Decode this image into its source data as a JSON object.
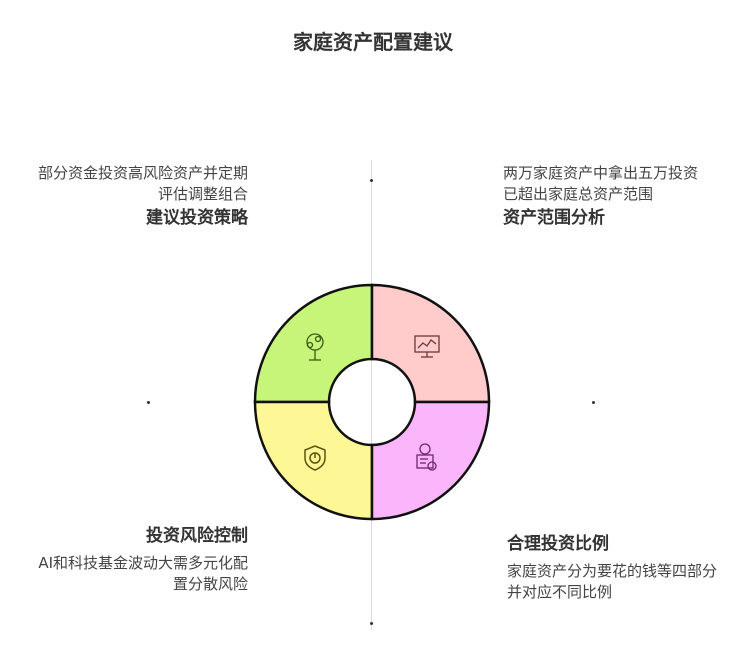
{
  "title": "家庭资产配置建议",
  "colors": {
    "green": "#c6f57a",
    "pink": "#ffcbcb",
    "yellow": "#fdf895",
    "purple": "#fbb5fb"
  },
  "sections": [
    {
      "title": "建议投资策略",
      "desc": "部分资金投资高风险资产并定期评估调整组合",
      "icon": "money-tree-icon"
    },
    {
      "title": "资产范围分析",
      "desc": "两万家庭资产中拿出五万投资已超出家庭总资产范围",
      "icon": "monitor-chart-icon"
    },
    {
      "title": "投资风险控制",
      "desc": "AI和科技基金波动大需多元化配置分散风险",
      "icon": "shield-icon"
    },
    {
      "title": "合理投资比例",
      "desc": "家庭资产分为要花的钱等四部分并对应不同比例",
      "icon": "finance-document-icon"
    }
  ]
}
